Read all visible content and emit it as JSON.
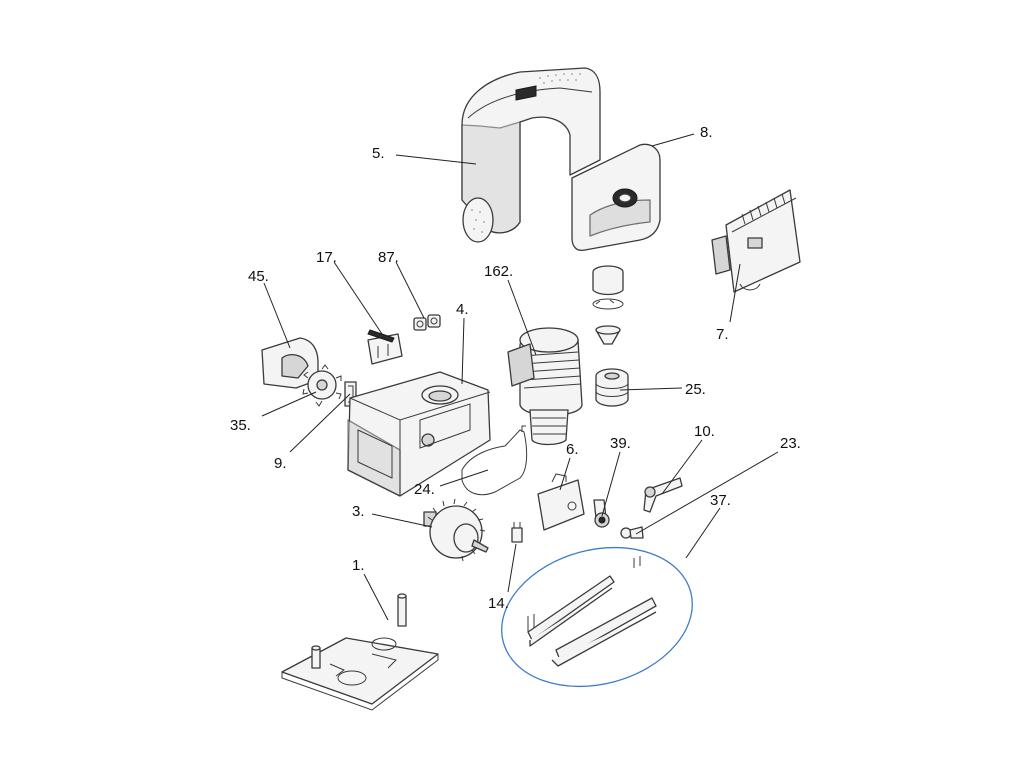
{
  "parts": [
    {
      "id": "p1",
      "label": "1."
    },
    {
      "id": "p3",
      "label": "3."
    },
    {
      "id": "p4",
      "label": "4."
    },
    {
      "id": "p5",
      "label": "5."
    },
    {
      "id": "p6",
      "label": "6."
    },
    {
      "id": "p7",
      "label": "7."
    },
    {
      "id": "p8",
      "label": "8."
    },
    {
      "id": "p9",
      "label": "9."
    },
    {
      "id": "p10",
      "label": "10."
    },
    {
      "id": "p14",
      "label": "14."
    },
    {
      "id": "p17",
      "label": "17."
    },
    {
      "id": "p23",
      "label": "23."
    },
    {
      "id": "p24",
      "label": "24."
    },
    {
      "id": "p25",
      "label": "25."
    },
    {
      "id": "p35",
      "label": "35."
    },
    {
      "id": "p37",
      "label": "37."
    },
    {
      "id": "p39",
      "label": "39."
    },
    {
      "id": "p45",
      "label": "45."
    },
    {
      "id": "p87",
      "label": "87."
    },
    {
      "id": "p162",
      "label": "162."
    }
  ],
  "colors": {
    "group_outline": "#3d7cc9",
    "line": "#3a3a3a",
    "background": "#ffffff"
  }
}
